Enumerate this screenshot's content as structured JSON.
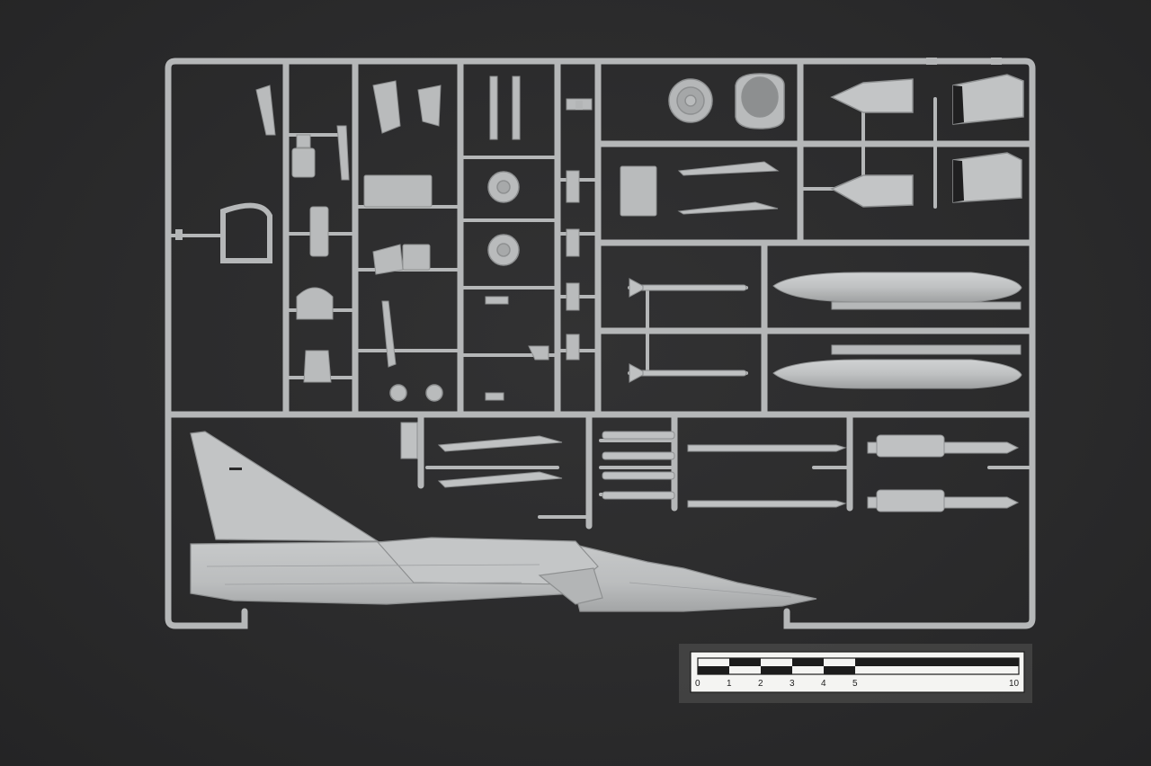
{
  "photo": {
    "subject": "model-kit-sprue",
    "colors": {
      "background": "#2b2b2c",
      "plastic": "#b9bbbc",
      "plastic_shadow": "#8e9091",
      "plastic_highlight": "#d3d5d6",
      "scale_card": "#f4f4f2",
      "scale_ink": "#1c1c1c"
    }
  },
  "scale_bar": {
    "labels": [
      "0",
      "1",
      "2",
      "3",
      "4",
      "5",
      "10"
    ]
  }
}
